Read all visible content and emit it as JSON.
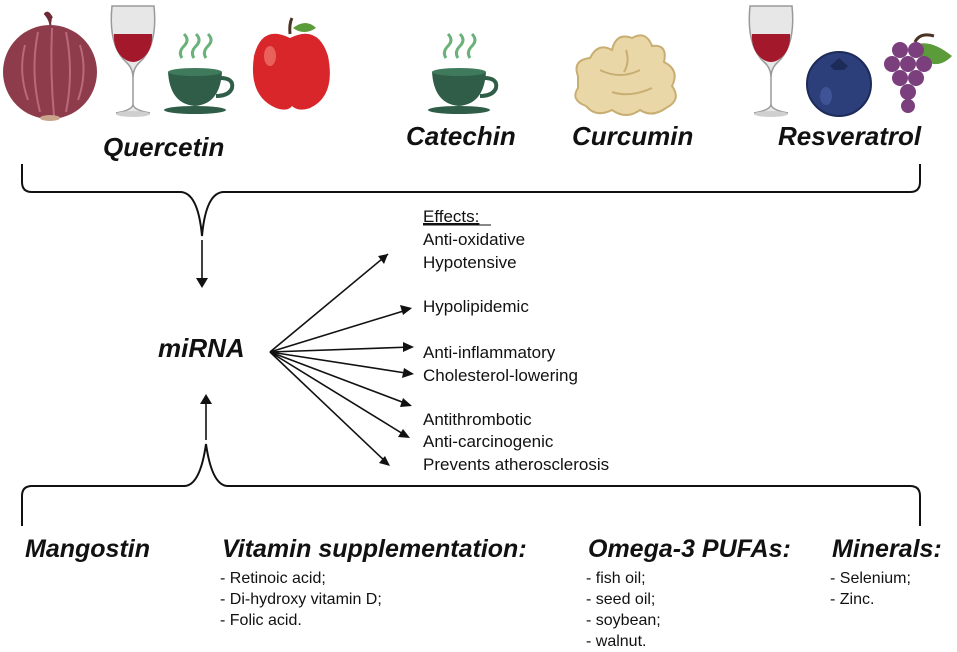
{
  "compounds_top": [
    {
      "label": "Quercetin",
      "foods": [
        "red-onion-icon",
        "red-wine-glass-icon",
        "green-tea-cup-icon",
        "red-apple-icon"
      ]
    },
    {
      "label": "Catechin",
      "foods": [
        "green-tea-cup-icon"
      ]
    },
    {
      "label": "Curcumin",
      "foods": [
        "ginger-root-icon"
      ]
    },
    {
      "label": "Resveratrol",
      "foods": [
        "red-wine-glass-icon",
        "blueberry-icon",
        "grapes-icon"
      ]
    }
  ],
  "center_label": "miRNA",
  "effects": {
    "heading": "Effects:",
    "items": [
      "Anti-oxidative",
      "Hypotensive",
      "Hypolipidemic",
      "Anti-inflammatory",
      "Cholesterol-lowering",
      "Antithrombotic",
      "Anti-carcinogenic",
      "Prevents atherosclerosis"
    ]
  },
  "bottom_groups": {
    "mangostin": {
      "title": "Mangostin"
    },
    "vitamin": {
      "title": "Vitamin supplementation:",
      "items": [
        "- Retinoic acid;",
        "- Di-hydroxy vitamin D;",
        "- Folic acid."
      ]
    },
    "omega": {
      "title": "Omega-3 PUFAs:",
      "items": [
        "- fish oil;",
        "- seed oil;",
        "- soybean;",
        "- walnut."
      ]
    },
    "minerals": {
      "title": "Minerals:",
      "items": [
        "- Selenium;",
        "- Zinc."
      ]
    }
  },
  "colors": {
    "onion": "#8e3b4c",
    "wine": "#a3182b",
    "tea_cup": "#2f5d47",
    "steam": "#6ab27a",
    "apple": "#d9262a",
    "ginger": "#e9d7a8",
    "blueberry": "#2c3f7a",
    "grapes": "#7b3f7d",
    "leaf": "#5c9b3a"
  }
}
